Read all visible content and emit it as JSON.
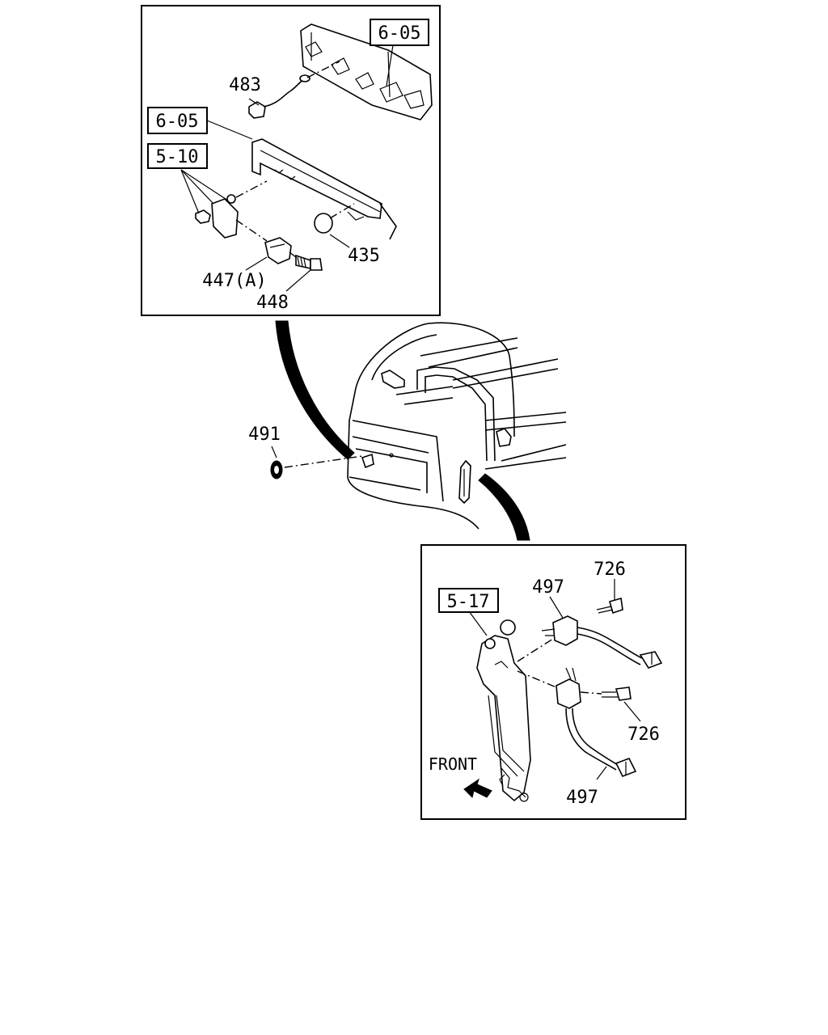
{
  "callouts": {
    "top_ref_1": "6-05",
    "top_ref_2": "6-05",
    "top_ref_3": "5-10",
    "p483": "483",
    "p435": "435",
    "p447a": "447(A)",
    "p448": "448",
    "p491": "491",
    "bottom_ref": "5-17",
    "p497_top": "497",
    "p497_bottom": "497",
    "p726_top": "726",
    "p726_bottom": "726",
    "front": "FRONT"
  }
}
